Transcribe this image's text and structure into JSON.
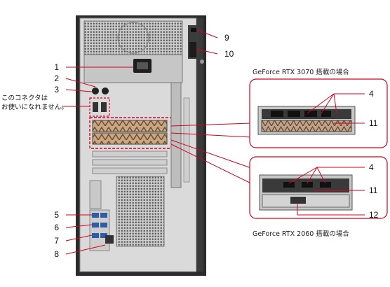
{
  "callouts": {
    "c1": "1",
    "c2": "2",
    "c3": "3",
    "c4a": "4",
    "c4b": "4",
    "c5": "5",
    "c6": "6",
    "c7": "7",
    "c8": "8",
    "c9": "9",
    "c10": "10",
    "c11a": "11",
    "c11b": "11",
    "c12": "12"
  },
  "note": {
    "line1": "このコネクタは",
    "line2": "お使いになれません。"
  },
  "insets": {
    "rtx3070_caption": "GeForce RTX 3070 搭載の場合",
    "rtx2060_caption": "GeForce RTX 2060 搭載の場合"
  },
  "colors": {
    "leader": "#d6001c",
    "chassis": "#2a2a2a",
    "panel": "#d9d9d9"
  }
}
